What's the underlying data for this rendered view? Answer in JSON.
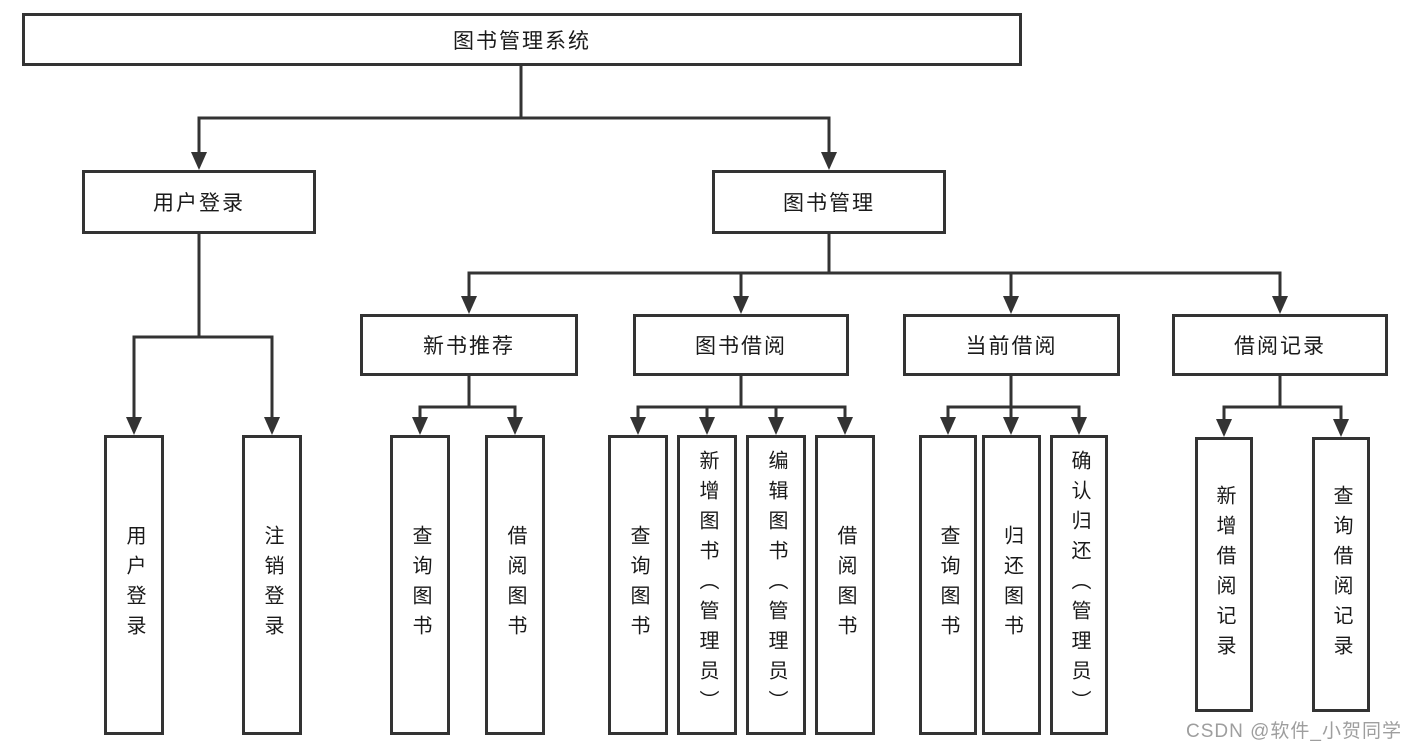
{
  "diagram": {
    "background": "#ffffff",
    "line_color": "#333333",
    "box_border_color": "#333333",
    "text_color": "#1a1a1a",
    "watermark": {
      "text": "CSDN @软件_小贺同学",
      "color": "#9e9e9e"
    },
    "tree": {
      "label": "图书管理系统",
      "children": [
        {
          "label": "用户登录",
          "children": [
            {
              "label": "用户登录"
            },
            {
              "label": "注销登录"
            }
          ]
        },
        {
          "label": "图书管理",
          "children": [
            {
              "label": "新书推荐",
              "children": [
                {
                  "label": "查询图书"
                },
                {
                  "label": "借阅图书"
                }
              ]
            },
            {
              "label": "图书借阅",
              "children": [
                {
                  "label": "查询图书"
                },
                {
                  "label": "新增图书（管理员）"
                },
                {
                  "label": "编辑图书（管理员）"
                },
                {
                  "label": "借阅图书"
                }
              ]
            },
            {
              "label": "当前借阅",
              "children": [
                {
                  "label": "查询图书"
                },
                {
                  "label": "归还图书"
                },
                {
                  "label": "确认归还（管理员）"
                }
              ]
            },
            {
              "label": "借阅记录",
              "children": [
                {
                  "label": "新增借阅记录"
                },
                {
                  "label": "查询借阅记录"
                }
              ]
            }
          ]
        }
      ]
    }
  }
}
